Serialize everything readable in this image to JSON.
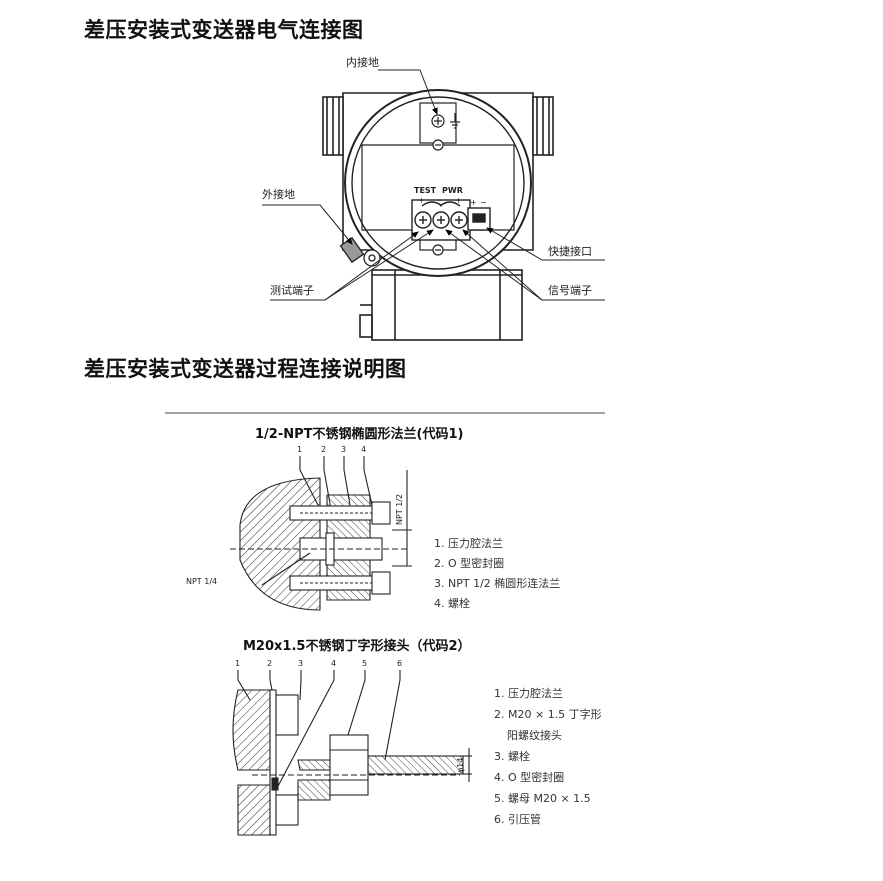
{
  "headings": {
    "electrical": "差压安装式变送器电气连接图",
    "process": "差压安装式变送器过程连接说明图"
  },
  "electrical_labels": {
    "inner_ground": "内接地",
    "outer_ground": "外接地",
    "test_terminal": "测试端子",
    "quick_port": "快捷接口",
    "signal_terminal": "信号端子",
    "test": "TEST",
    "pwr": "PWR",
    "plus": "+",
    "minus": "−"
  },
  "flange1": {
    "title": "1/2-NPT不锈钢椭圆形法兰(代码1)",
    "numbers": [
      "1",
      "2",
      "3",
      "4"
    ],
    "npt_half": "NPT 1/2",
    "npt_quarter": "NPT 1/4",
    "legend": [
      "1. 压力腔法兰",
      "2. O 型密封圈",
      "3. NPT 1/2 椭圆形连法兰",
      "4. 螺栓"
    ]
  },
  "flange2": {
    "title": "M20x1.5不锈钢丁字形接头（代码2）",
    "numbers": [
      "1",
      "2",
      "3",
      "4",
      "5",
      "6"
    ],
    "dia": "φ14",
    "legend": [
      "1. 压力腔法兰",
      "2. M20 × 1.5 丁字形",
      "阳螺纹接头",
      "3. 螺栓",
      "4. O 型密封圈",
      "5. 螺母 M20 × 1.5",
      "6. 引压管"
    ]
  }
}
